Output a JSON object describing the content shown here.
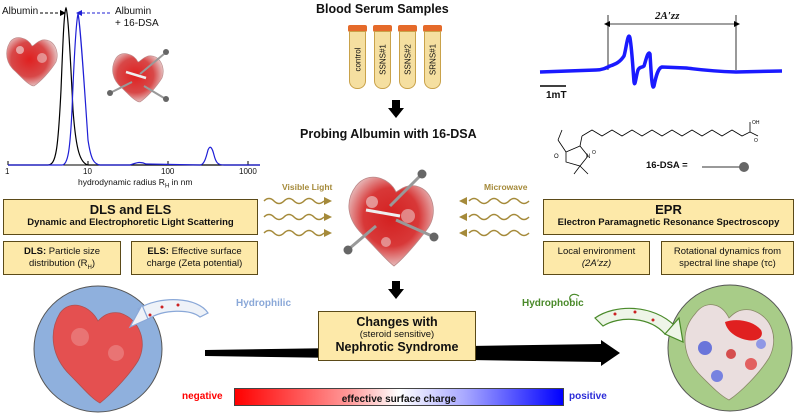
{
  "colors": {
    "box_fill": "#fde9a9",
    "albumin_line": "#000000",
    "dsa_line": "#1f1fd6",
    "epr_line": "#1a1aff",
    "visible_wave": "#a58a3a",
    "negative": "#ff0000",
    "positive": "#0000ff",
    "hydrophilic": "#8aa8d8",
    "hydrophobic": "#4a8a2a"
  },
  "dls_plot": {
    "legend_albumin": "Albumin",
    "legend_dsa_1": "Albumin",
    "legend_dsa_2": "+ 16-DSA",
    "xticks": [
      "1",
      "10",
      "100",
      "1000"
    ],
    "xlabel": "hydrodynamic radius R",
    "xlabel_sub": "H",
    "xlabel_unit": " in nm"
  },
  "serum": {
    "title": "Blood Serum Samples",
    "tubes": [
      "control",
      "SSNS#1",
      "SSNS#2",
      "SRNS#1"
    ]
  },
  "probing_title": "Probing Albumin with 16-DSA",
  "epr_plot": {
    "span_label": "2A′zz",
    "scale_label": "1mT"
  },
  "dsa_label": "16-DSA =",
  "visible_light": "Visible Light",
  "microwave": "Microwave",
  "dls_box": {
    "title": "DLS and ELS",
    "subtitle": "Dynamic and Electrophoretic Light Scattering"
  },
  "epr_box": {
    "title": "EPR",
    "subtitle": "Electron Paramagnetic Resonance Spectroscopy"
  },
  "dls_small": {
    "label": "DLS:",
    "text1": " Particle size",
    "text2": "distribution (R",
    "sub": "H",
    "text3": ")"
  },
  "els_small": {
    "label": "ELS:",
    "text1": " Effective surface",
    "text2": "charge (Zeta potential)"
  },
  "epr_small1": {
    "line1": "Local environment",
    "line2": "(2A′zz)"
  },
  "epr_small2": {
    "line1": "Rotational dynamics from",
    "line2": "spectral line shape (τc)"
  },
  "hydrophilic": "Hydrophilic",
  "hydrophobic": "Hydrophobic",
  "changes_box": {
    "line1": "Changes with",
    "line2": "(steroid sensitive)",
    "line3": "Nephrotic Syndrome"
  },
  "charge_bar": {
    "negative": "negative",
    "label": "effective surface charge",
    "positive": "positive"
  }
}
